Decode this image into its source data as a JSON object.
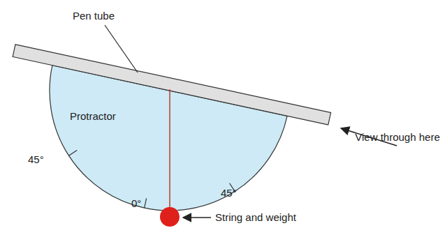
{
  "diagram": {
    "labels": [
      "Pen tube",
      "Protractor",
      "45°",
      "View through here",
      "0°",
      "45°",
      "String and weight"
    ]
  }
}
